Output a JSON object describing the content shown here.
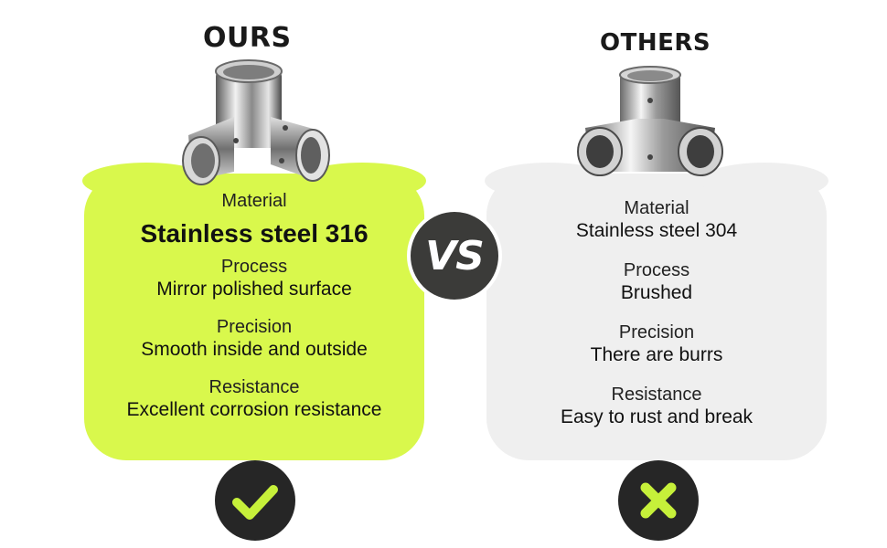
{
  "ours": {
    "heading": "OURS",
    "rows": [
      {
        "label": "Material",
        "value": "Stainless steel 316"
      },
      {
        "label": "Process",
        "value": "Mirror polished surface"
      },
      {
        "label": "Precision",
        "value": "Smooth inside and outside"
      },
      {
        "label": "Resistance",
        "value": "Excellent corrosion resistance"
      }
    ],
    "badge_icon": "checkmark-icon"
  },
  "vs": "VS",
  "others": {
    "heading": "OTHERS",
    "rows": [
      {
        "label": "Material",
        "value": "Stainless steel 304"
      },
      {
        "label": "Process",
        "value": "Brushed"
      },
      {
        "label": "Precision",
        "value": "There are burrs"
      },
      {
        "label": "Resistance",
        "value": "Easy to rust and break"
      }
    ],
    "badge_icon": "cross-icon"
  },
  "colors": {
    "ours_panel": "#d9f84c",
    "others_panel": "#efefef",
    "dark": "#262626",
    "accent": "#c6f03a"
  }
}
